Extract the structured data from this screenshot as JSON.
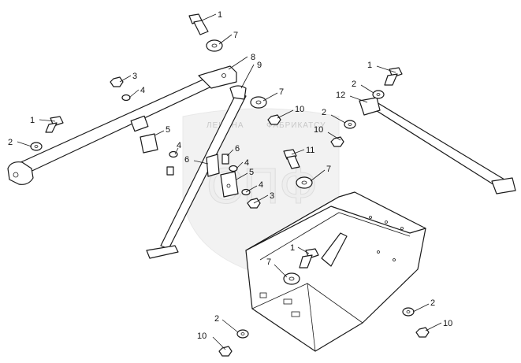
{
  "watermark": {
    "line1": "ЛЕНИНА",
    "line2": "ФАБРИКАТСУ",
    "letters": "СПФ"
  },
  "callouts": [
    {
      "id": "c1a",
      "label": "1"
    },
    {
      "id": "c7a",
      "label": "7"
    },
    {
      "id": "c8",
      "label": "8"
    },
    {
      "id": "c9",
      "label": "9"
    },
    {
      "id": "c3a",
      "label": "3"
    },
    {
      "id": "c4a",
      "label": "4"
    },
    {
      "id": "c1b",
      "label": "1"
    },
    {
      "id": "c2a",
      "label": "2"
    },
    {
      "id": "c5a",
      "label": "5"
    },
    {
      "id": "c4b",
      "label": "4"
    },
    {
      "id": "c6a",
      "label": "6"
    },
    {
      "id": "c6b",
      "label": "6"
    },
    {
      "id": "c4c",
      "label": "4"
    },
    {
      "id": "c5b",
      "label": "5"
    },
    {
      "id": "c4d",
      "label": "4"
    },
    {
      "id": "c3b",
      "label": "3"
    },
    {
      "id": "c7b",
      "label": "7"
    },
    {
      "id": "c10a",
      "label": "10"
    },
    {
      "id": "c2b",
      "label": "2"
    },
    {
      "id": "c10b",
      "label": "10"
    },
    {
      "id": "c11",
      "label": "11"
    },
    {
      "id": "c7c",
      "label": "7"
    },
    {
      "id": "c1c",
      "label": "1"
    },
    {
      "id": "c2c",
      "label": "2"
    },
    {
      "id": "c12",
      "label": "12"
    },
    {
      "id": "c7d",
      "label": "7"
    },
    {
      "id": "c1d",
      "label": "1"
    },
    {
      "id": "c2d",
      "label": "2"
    },
    {
      "id": "c10c",
      "label": "10"
    },
    {
      "id": "c2e",
      "label": "2"
    },
    {
      "id": "c10d",
      "label": "10"
    }
  ]
}
